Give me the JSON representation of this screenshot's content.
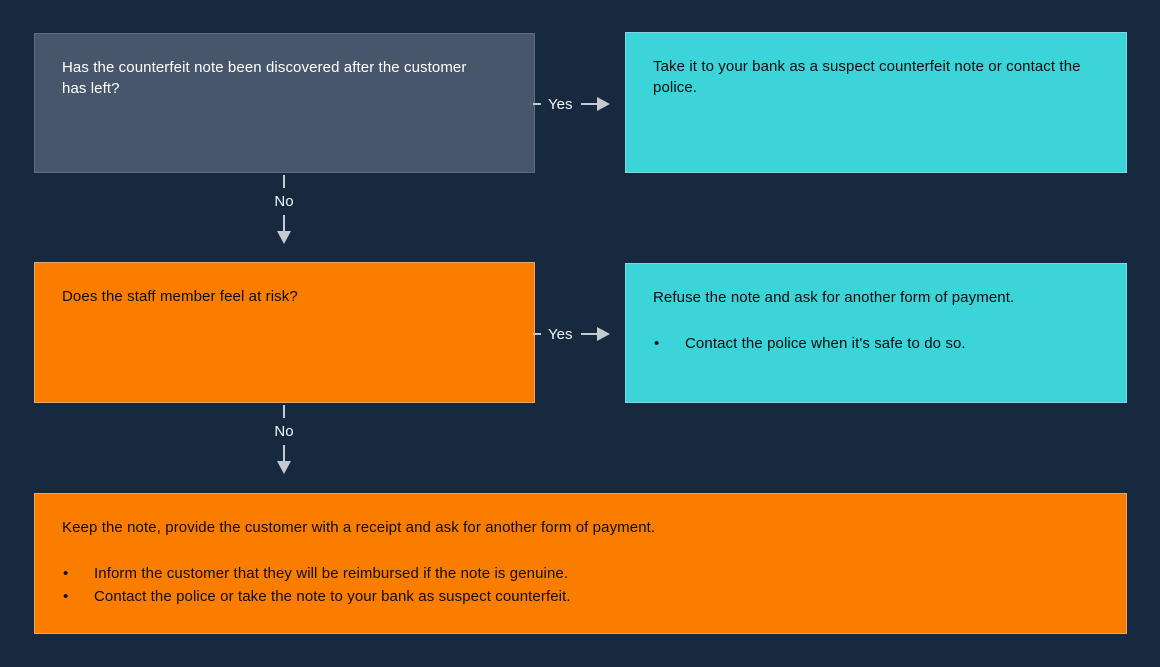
{
  "colors": {
    "background": "#16293F",
    "question_box_slate": "#47566A",
    "question_box_slate_border": "#5E6C7F",
    "outcome_box_teal": "#3BD4D9",
    "action_box_orange": "#FB7D00",
    "connector_gray": "#C5CAD0",
    "connector_label_text": "#F4F6F8",
    "light_box_text": "#FFFFFF",
    "dark_box_text": "#0B0D0E"
  },
  "flowchart": {
    "nodes": {
      "question1": {
        "text": "Has the counterfeit note been discovered after the customer has left?"
      },
      "outcome1": {
        "text": "Take it to your bank as a suspect counterfeit note or contact the police."
      },
      "question2": {
        "text": "Does the staff member feel at risk?"
      },
      "outcome2": {
        "text": "Refuse the note and ask for another form of payment.",
        "bullets": [
          "Contact the police when it's safe to do so."
        ]
      },
      "outcome3": {
        "text": "Keep the note, provide the customer with a receipt and ask for another form of payment.",
        "bullets": [
          "Inform the customer that they will be reimbursed if the note is genuine.",
          "Contact the police or take the note to your bank as suspect counterfeit."
        ]
      }
    },
    "connectors": {
      "yes1": "Yes",
      "no1": "No",
      "yes2": "Yes",
      "no2": "No"
    }
  }
}
